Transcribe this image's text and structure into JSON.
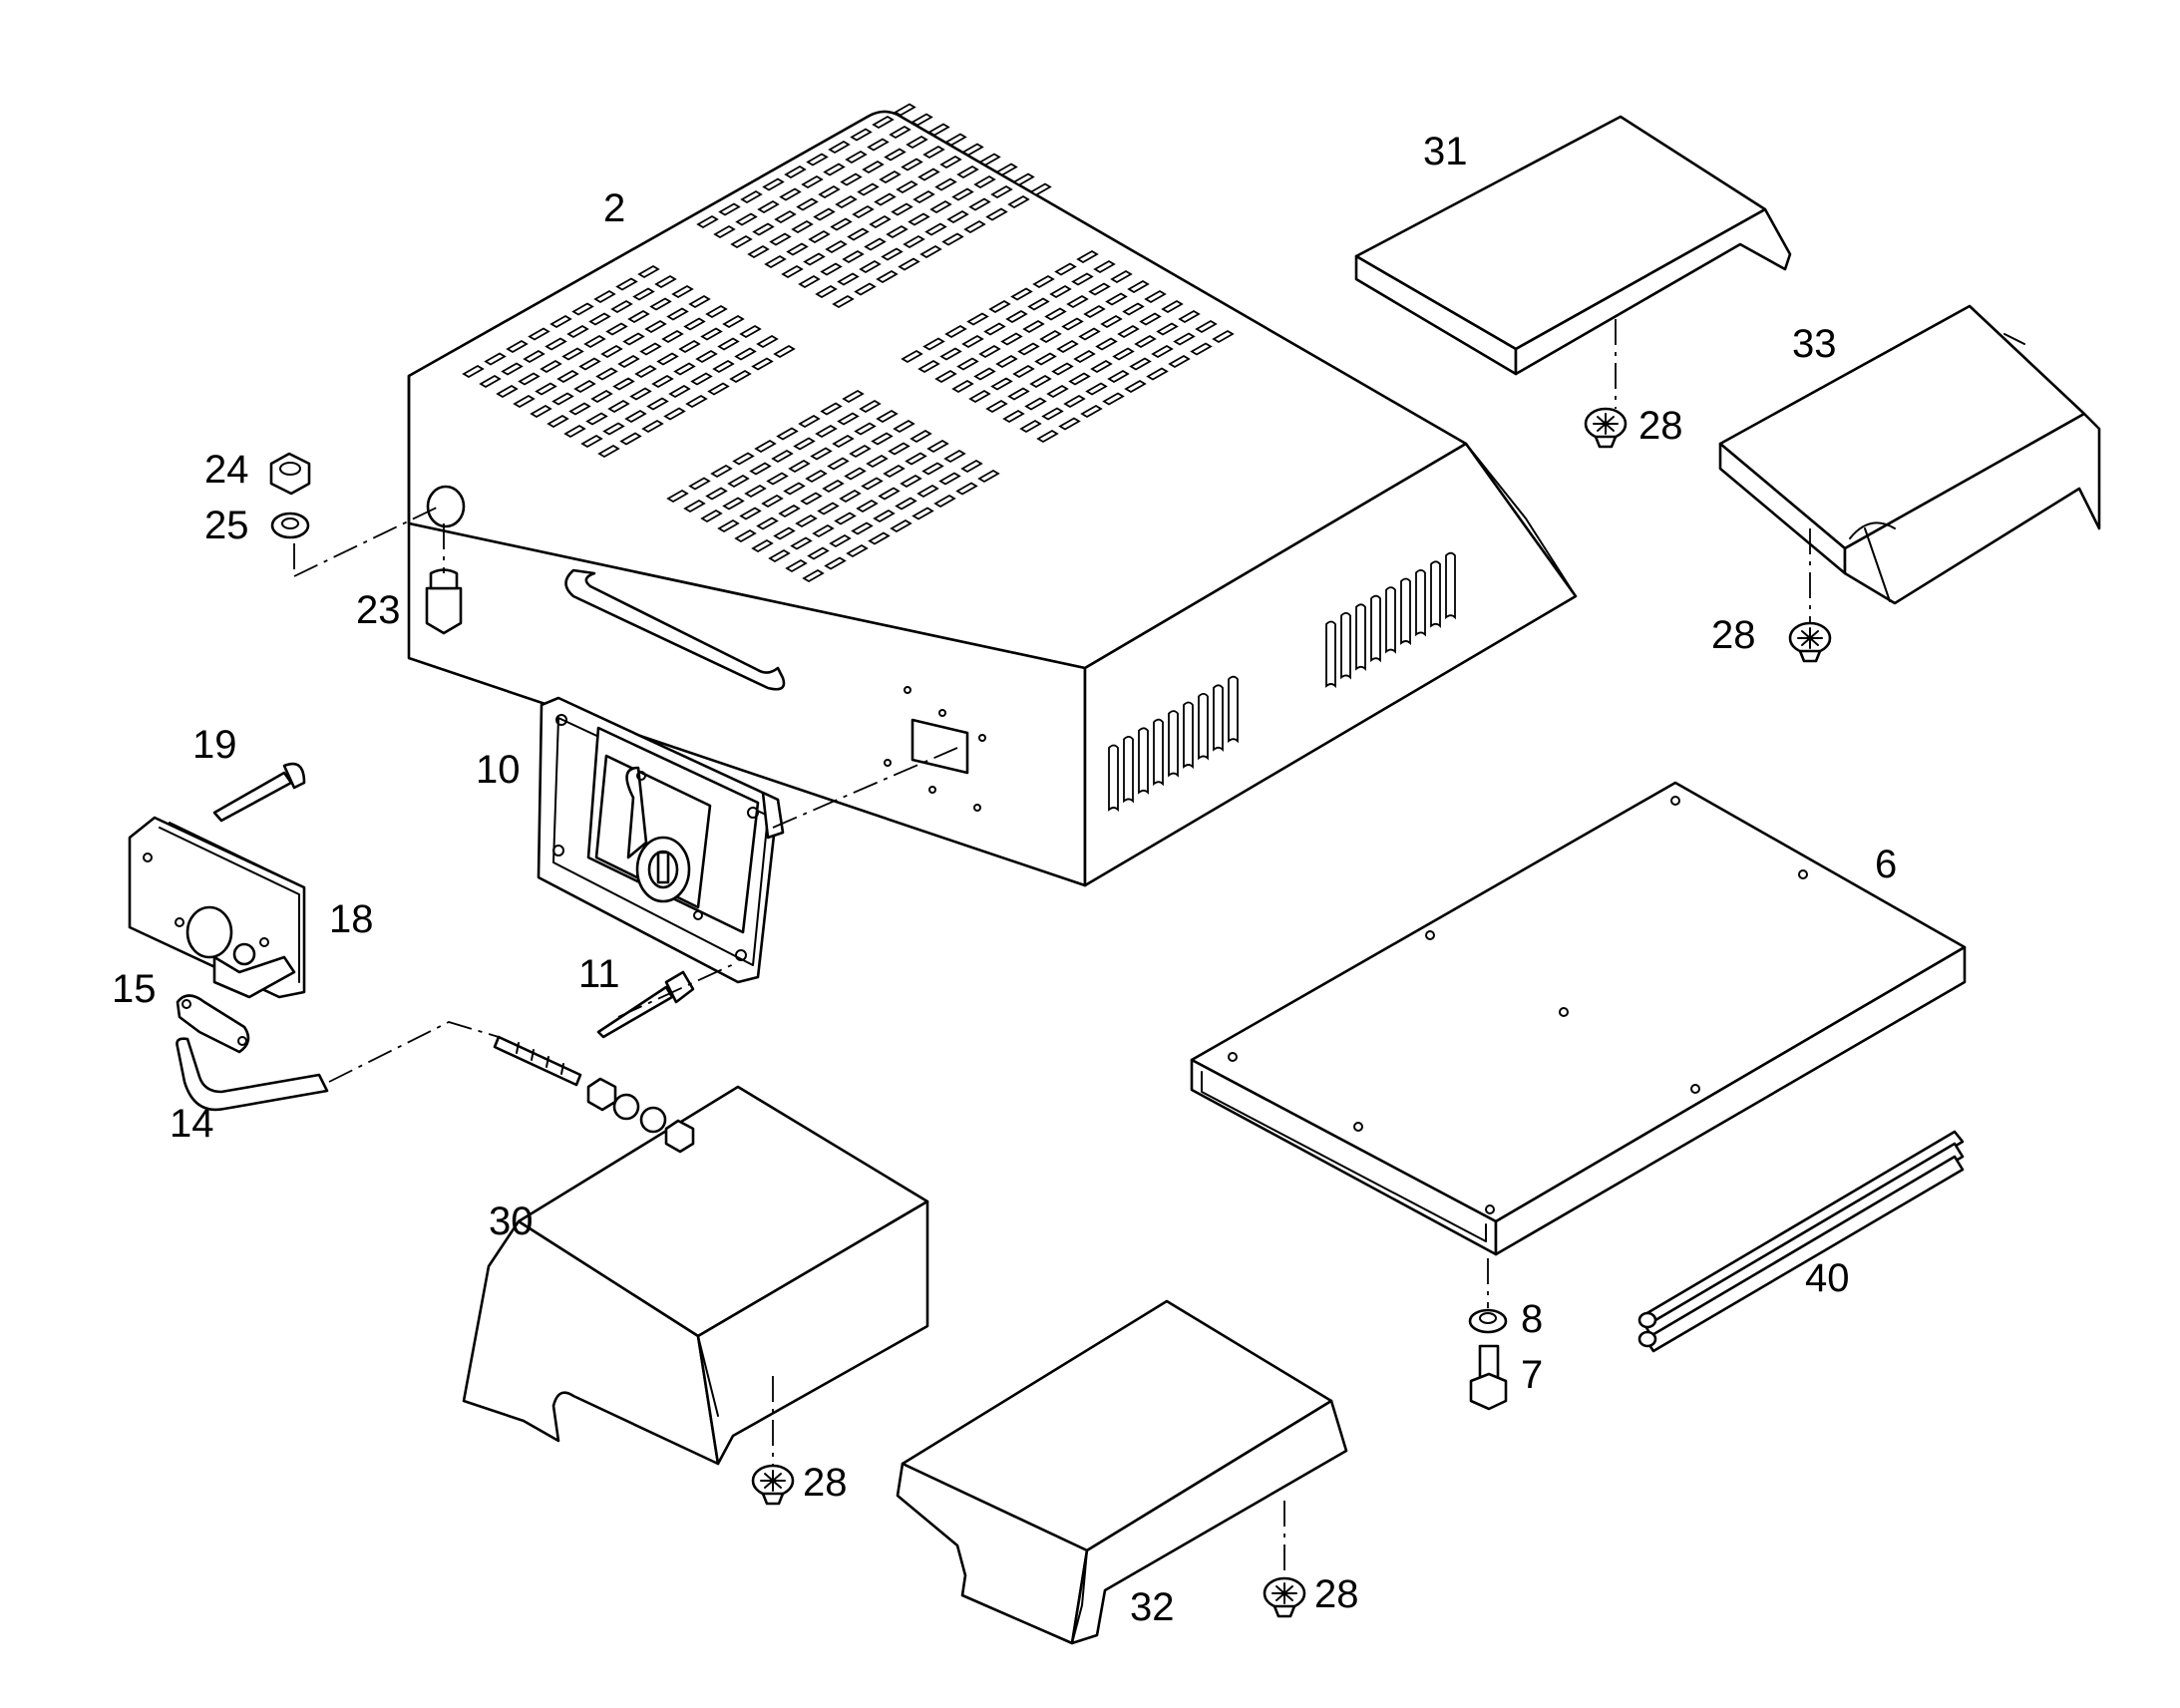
{
  "diagram": {
    "type": "exploded parts diagram",
    "line_color": "#000000",
    "background": "#ffffff"
  },
  "callouts": {
    "c2": "2",
    "c6": "6",
    "c7": "7",
    "c8": "8",
    "c10": "10",
    "c11": "11",
    "c14": "14",
    "c15": "15",
    "c18": "18",
    "c19": "19",
    "c23": "23",
    "c24": "24",
    "c25": "25",
    "c28a": "28",
    "c28b": "28",
    "c28c": "28",
    "c28d": "28",
    "c30": "30",
    "c31": "31",
    "c32": "32",
    "c33": "33",
    "c40": "40"
  }
}
